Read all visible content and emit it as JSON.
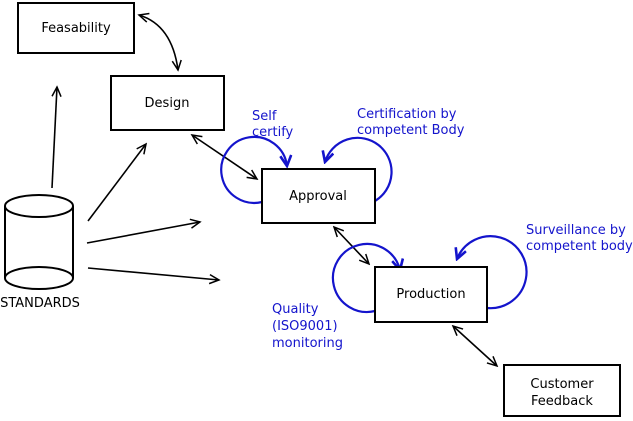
{
  "diagram": {
    "nodes": {
      "feasability": {
        "label": "Feasability"
      },
      "design": {
        "label": "Design"
      },
      "approval": {
        "label": "Approval"
      },
      "production": {
        "label": "Production"
      },
      "customer_feedback": {
        "line1": "Customer",
        "line2": "Feedback"
      },
      "standards": {
        "label": "STANDARDS"
      }
    },
    "annotations": {
      "self_certify": {
        "line1": "Self",
        "line2": "certify"
      },
      "certification": {
        "line1": "Certification by",
        "line2": "competent Body"
      },
      "surveillance": {
        "line1": "Surveillance by",
        "line2": "competent body"
      },
      "quality": {
        "line1": "Quality",
        "line2": "(ISO9001)",
        "line3": "monitoring"
      }
    },
    "colors": {
      "line": "#000000",
      "annotation": "#1414cc",
      "box_fill": "#ffffff",
      "background": "#ffffff"
    }
  }
}
